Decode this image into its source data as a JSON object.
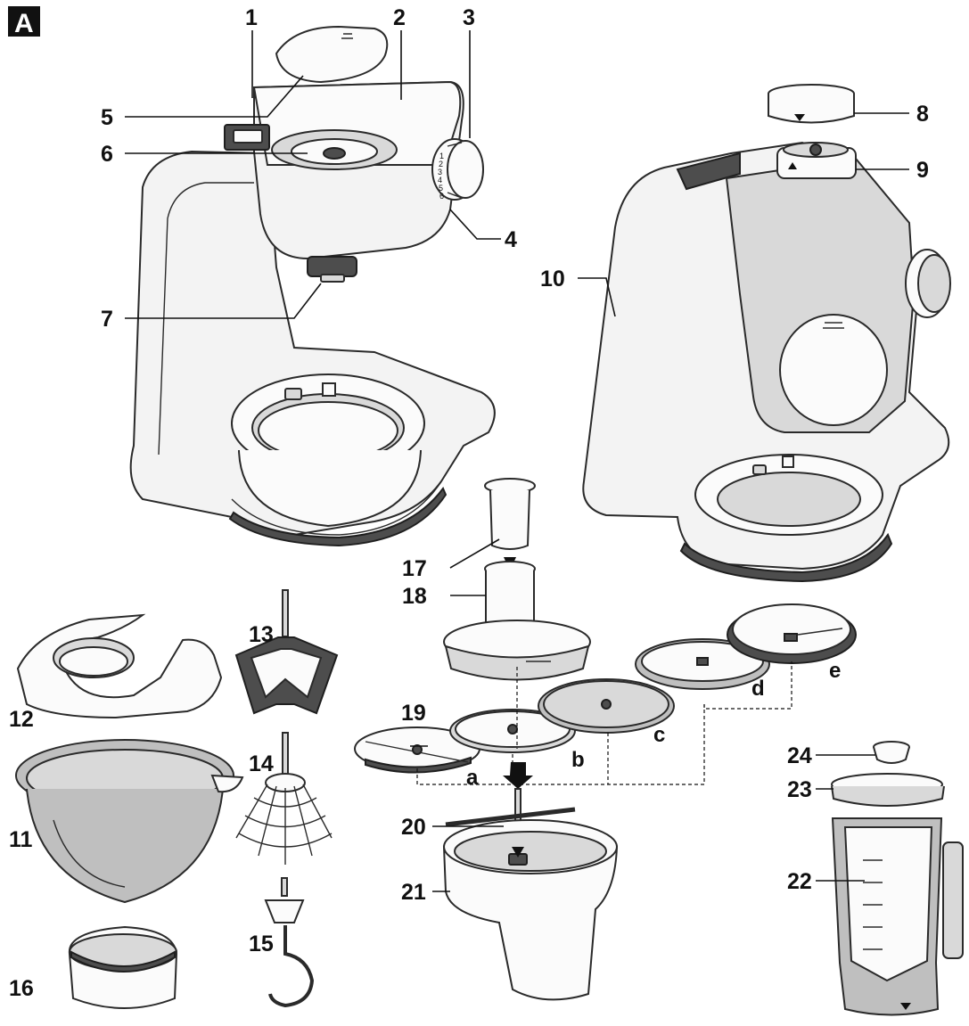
{
  "badge": "A",
  "callouts": {
    "n1": "1",
    "n2": "2",
    "n3": "3",
    "n4": "4",
    "n5": "5",
    "n6": "6",
    "n7": "7",
    "n8": "8",
    "n9": "9",
    "n10": "10",
    "n11": "11",
    "n12": "12",
    "n13": "13",
    "n14": "14",
    "n15": "15",
    "n16": "16",
    "n17": "17",
    "n18": "18",
    "n19": "19",
    "n20": "20",
    "n21": "21",
    "n22": "22",
    "n23": "23",
    "n24": "24"
  },
  "disc_letters": {
    "a": "a",
    "b": "b",
    "c": "c",
    "d": "d",
    "e": "e"
  },
  "dial_ticks": [
    "1",
    "2",
    "3",
    "4",
    "5",
    "6"
  ],
  "colors": {
    "outline": "#2a2a2a",
    "body": "#f3f3f3",
    "metal": "#bfbfbf",
    "accent_dark": "#4d4d4d"
  }
}
